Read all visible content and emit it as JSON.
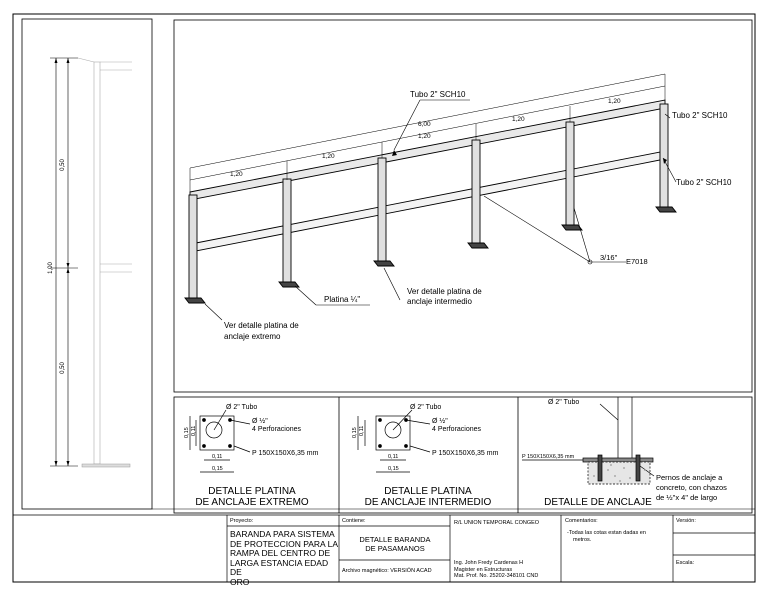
{
  "elevation": {
    "dim_top": "0,50",
    "dim_total": "1,00",
    "dim_bottom": "0,50"
  },
  "isometric": {
    "label_top_rail": "Tubo 2\" SCH10",
    "label_right_top": "Tubo 2\" SCH10",
    "label_right_mid": "Tubo 2\" SCH10",
    "dim_overall": "6,00",
    "spans_front": [
      "1,20",
      "1,20"
    ],
    "spans_back": [
      "1,20",
      "1,20",
      "1,20"
    ],
    "weld_size": "3/16\"",
    "electrode": "E7018",
    "platina_label": "Platina ¼\"",
    "note_intermedio_1": "Ver detalle platina de",
    "note_intermedio_2": "anclaje intermedio",
    "note_extremo_1": "Ver detalle platina de",
    "note_extremo_2": "anclaje extremo"
  },
  "details": [
    {
      "tube": "Ø  2\" Tubo",
      "hole_dia": "Ø  ½\"",
      "holes": "4 Perforaciones",
      "plate": "P 150X150X6,35 mm",
      "dim_a": "0,11",
      "dim_b": "0,15",
      "title_1": "DETALLE PLATINA",
      "title_2": "DE ANCLAJE EXTREMO"
    },
    {
      "tube": "Ø  2\" Tubo",
      "hole_dia": "Ø  ½\"",
      "holes": "4 Perforaciones",
      "plate": "P 150X150X6,35 mm",
      "dim_a": "0,11",
      "dim_b": "0,15",
      "title_1": "DETALLE PLATINA",
      "title_2": "DE ANCLAJE INTERMEDIO"
    }
  ],
  "anchor_detail": {
    "tube": "Ø  2\" Tubo",
    "plate": "P 150X150X6,35 mm",
    "bolts_1": "Pernos de anclaje a",
    "bolts_2": "concreto, con chazos",
    "bolts_3": "de ½\"x 4\" de largo",
    "title": "DETALLE DE ANCLAJE"
  },
  "title_block": {
    "proyecto_label": "Proyecto:",
    "proyecto_lines": [
      "BARANDA PARA SISTEMA",
      "DE PROTECCION PARA LA",
      "RAMPA DEL CENTRO DE",
      "LARGA ESTANCIA EDAD DE",
      "ORO"
    ],
    "contiene_label": "Contiene:",
    "contiene_lines": [
      "DETALLE BARANDA",
      "DE PASAMANOS"
    ],
    "archivo": "Archivo magnético: VERSIÓN ACAD",
    "empresa": "R/L UNION TEMPORAL CONGEO",
    "ing_1": "Ing. John Fredy Cardenas H",
    "ing_2": "Magister en Estructuras",
    "ing_3": "Mat. Prof. No. 25202-348101 CND",
    "comentarios_label": "Comentarios:",
    "comentarios_1": "-Todas las cotas estan dadas en",
    "comentarios_2": "metros.",
    "version_label": "Versión:",
    "escala_label": "Escala:"
  }
}
